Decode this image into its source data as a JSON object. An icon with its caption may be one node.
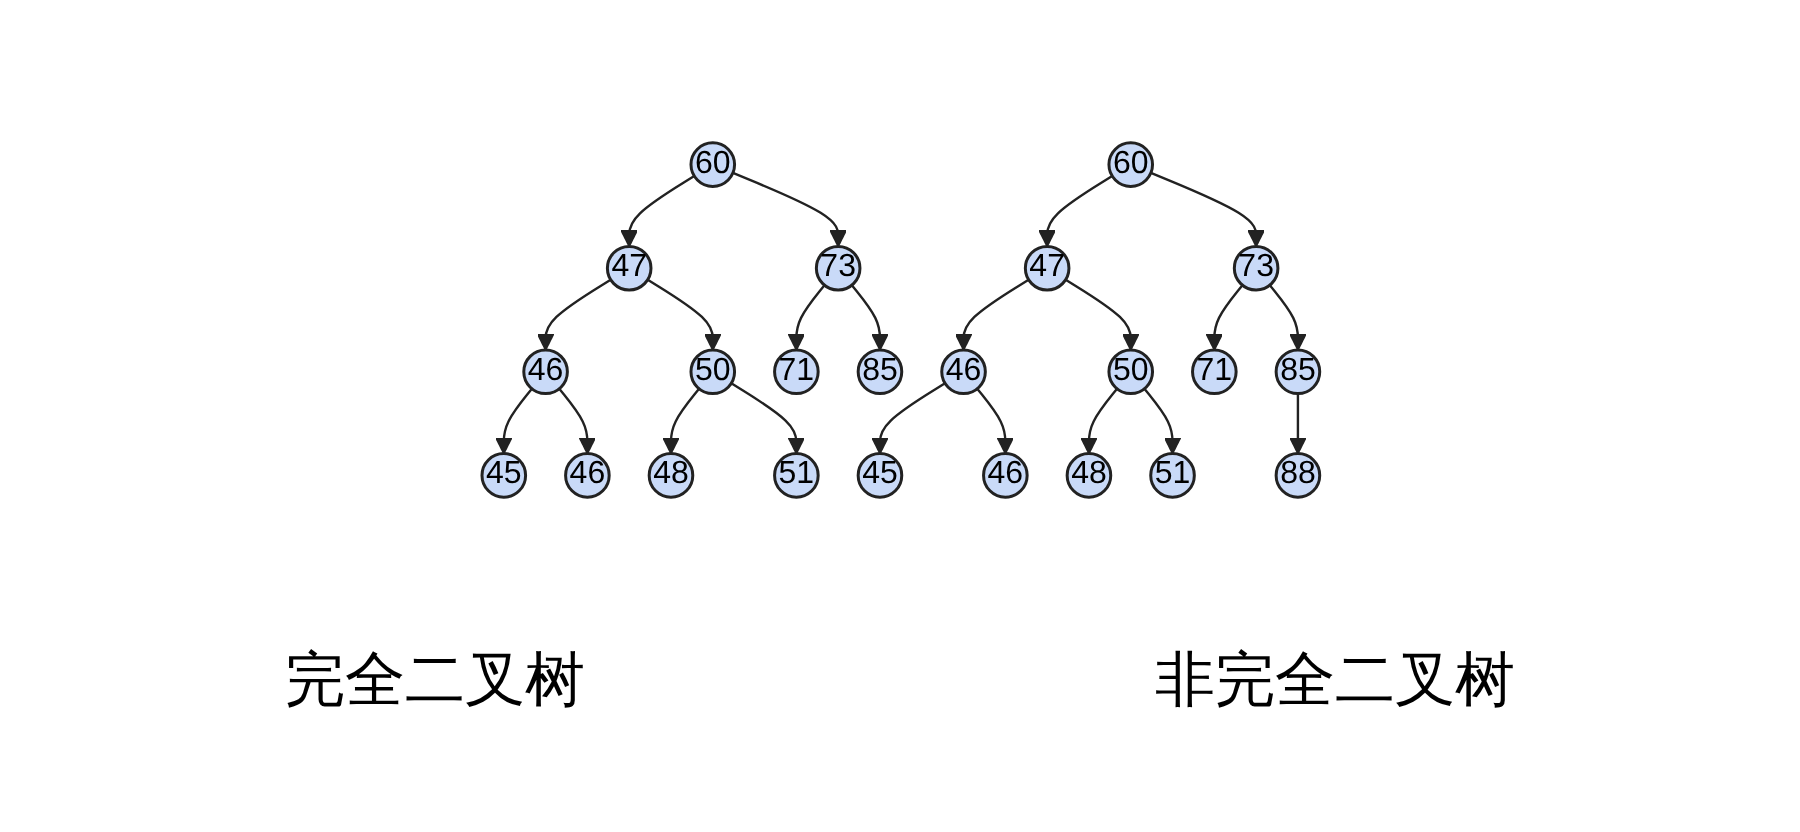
{
  "diagram": {
    "nodes": [
      {
        "text": [
          "60"
        ]
      },
      {
        "text": [
          "47"
        ]
      },
      {
        "text": [
          "73"
        ]
      },
      {
        "text": [
          "46"
        ]
      },
      {
        "text": [
          "50"
        ]
      },
      {
        "text": [
          "71"
        ]
      },
      {
        "text": [
          "85"
        ]
      },
      {
        "text": [
          "45"
        ]
      },
      {
        "text": [
          "46"
        ]
      },
      {
        "text": [
          "48"
        ]
      },
      {
        "text": [
          "51"
        ]
      },
      {
        "text": [
          "60"
        ]
      },
      {
        "text": [
          "47"
        ]
      },
      {
        "text": [
          "73"
        ]
      },
      {
        "text": [
          "46"
        ]
      },
      {
        "text": [
          "50"
        ]
      },
      {
        "text": [
          "71"
        ]
      },
      {
        "text": [
          "85"
        ]
      },
      {
        "text": [
          "45"
        ]
      },
      {
        "text": [
          "46"
        ]
      },
      {
        "text": [
          "48"
        ]
      },
      {
        "text": [
          "51"
        ]
      },
      {
        "text": [
          "88"
        ]
      }
    ],
    "edges": [
      {
        "from": 0,
        "to": 1,
        "arrow": "to"
      },
      {
        "from": 0,
        "to": 2,
        "arrow": "to"
      },
      {
        "from": 1,
        "to": 3,
        "arrow": "to"
      },
      {
        "from": 1,
        "to": 4,
        "arrow": "to"
      },
      {
        "from": 2,
        "to": 5,
        "arrow": "to"
      },
      {
        "from": 2,
        "to": 6,
        "arrow": "to"
      },
      {
        "from": 3,
        "to": 7,
        "arrow": "to"
      },
      {
        "from": 3,
        "to": 8,
        "arrow": "to"
      },
      {
        "from": 4,
        "to": 9,
        "arrow": "to"
      },
      {
        "from": 4,
        "to": 10,
        "arrow": "to"
      },
      {
        "from": 11,
        "to": 12,
        "arrow": "to"
      },
      {
        "from": 11,
        "to": 13,
        "arrow": "to"
      },
      {
        "from": 12,
        "to": 14,
        "arrow": "to"
      },
      {
        "from": 12,
        "to": 15,
        "arrow": "to"
      },
      {
        "from": 13,
        "to": 16,
        "arrow": "to"
      },
      {
        "from": 13,
        "to": 17,
        "arrow": "to"
      },
      {
        "from": 14,
        "to": 18,
        "arrow": "to"
      },
      {
        "from": 14,
        "to": 19,
        "arrow": "to"
      },
      {
        "from": 15,
        "to": 20,
        "arrow": "to"
      },
      {
        "from": 15,
        "to": 21,
        "arrow": "to"
      },
      {
        "from": 17,
        "to": 22,
        "arrow": "to"
      }
    ],
    "labels": [
      "完全二叉树",
      "非完全二叉树"
    ]
  }
}
